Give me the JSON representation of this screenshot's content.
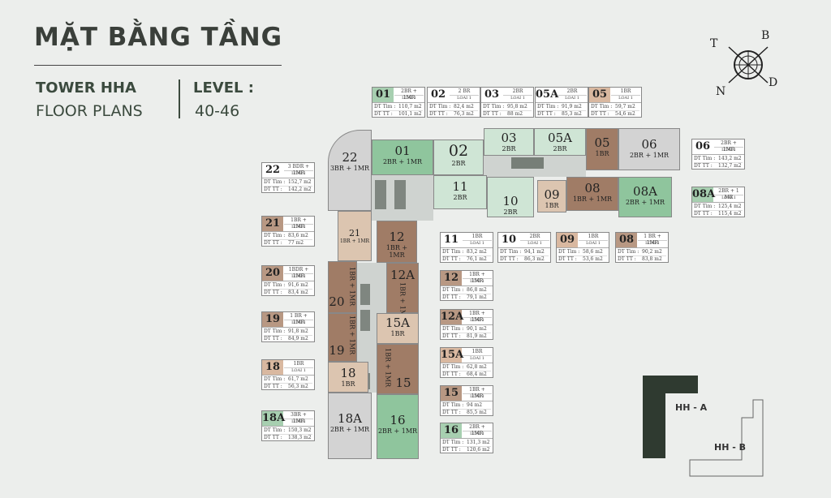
{
  "header": {
    "title": "MẶT BẰNG TẦNG",
    "tower": "TOWER HHA",
    "floor_plans": "FLOOR PLANS",
    "level_label": "LEVEL :",
    "level_value": "40-46"
  },
  "compass": {
    "t": "T",
    "b": "B",
    "n": "N",
    "d": "D"
  },
  "units": {
    "u01": {
      "id": "01",
      "type": "2BR + 1MR"
    },
    "u02": {
      "id": "02",
      "type": "2BR"
    },
    "u03": {
      "id": "03",
      "type": "2BR"
    },
    "u05a": {
      "id": "05A",
      "type": "2BR"
    },
    "u05": {
      "id": "05",
      "type": "1BR"
    },
    "u06": {
      "id": "06",
      "type": "2BR + 1MR"
    },
    "u11": {
      "id": "11",
      "type": "2BR"
    },
    "u10": {
      "id": "10",
      "type": "2BR"
    },
    "u09": {
      "id": "09",
      "type": "1BR"
    },
    "u08": {
      "id": "08",
      "type": "1BR + 1MR"
    },
    "u08a": {
      "id": "08A",
      "type": "2BR + 1MR"
    },
    "u22": {
      "id": "22",
      "type": "3BR + 1MR"
    },
    "u21": {
      "id": "21",
      "type": "1BR + 1MR"
    },
    "u12": {
      "id": "12",
      "type": "1BR + 1MR"
    },
    "u20": {
      "id": "20",
      "type": "1BR + 1MR"
    },
    "u12a": {
      "id": "12A",
      "type": "1BR + 1MR"
    },
    "u15a": {
      "id": "15A",
      "type": "1BR"
    },
    "u19": {
      "id": "19",
      "type": "1BR + 1MR"
    },
    "u15": {
      "id": "15",
      "type": "1BR + 1MR"
    },
    "u18": {
      "id": "18",
      "type": "1BR"
    },
    "u18a": {
      "id": "18A",
      "type": "2BR + 1MR"
    },
    "u16": {
      "id": "16",
      "type": "2BR + 1MR"
    }
  },
  "labels": {
    "dt_tim": "DT Tim :",
    "dt_tt": "DT TT :",
    "loai": "LOAI 1"
  },
  "info": {
    "i01": {
      "id": "01",
      "type": "2BR + 1MR",
      "tim": "110,7 m2",
      "tt": "101,1 m2"
    },
    "i02": {
      "id": "02",
      "type": "2 BR",
      "tim": "82,4 m2",
      "tt": "76,3 m2"
    },
    "i03": {
      "id": "03",
      "type": "2BR",
      "tim": "95,8 m2",
      "tt": "88 m2"
    },
    "i05a": {
      "id": "05A",
      "type": "2BR",
      "tim": "91,9 m2",
      "tt": "85,3 m2"
    },
    "i05": {
      "id": "05",
      "type": "1BR",
      "tim": "59,7 m2",
      "tt": "54,6 m2"
    },
    "i06": {
      "id": "06",
      "type": "2BR + 1MR",
      "tim": "143,2 m2",
      "tt": "132,7 m2"
    },
    "i22": {
      "id": "22",
      "type": "3 BDR + 1MR",
      "tim": "152,7 m2",
      "tt": "142,2 m2"
    },
    "i08a": {
      "id": "08A",
      "type": "2BR + 1 MR",
      "tim": "125,4 m2",
      "tt": "115,4 m2"
    },
    "i21": {
      "id": "21",
      "type": "1BR + 1MR",
      "tim": "83,6 m2",
      "tt": "77 m2"
    },
    "i11": {
      "id": "11",
      "type": "1BR",
      "tim": "83,2 m2",
      "tt": "76,1 m2"
    },
    "i10": {
      "id": "10",
      "type": "2BR",
      "tim": "94,1 m2",
      "tt": "86,3 m2"
    },
    "i09": {
      "id": "09",
      "type": "1BR",
      "tim": "58,6 m2",
      "tt": "53,6 m2"
    },
    "i08": {
      "id": "08",
      "type": "1 BR + 1MR",
      "tim": "90,2 m2",
      "tt": "83,8 m2"
    },
    "i20": {
      "id": "20",
      "type": "1BDR + 1MR",
      "tim": "91,6 m2",
      "tt": "83,4 m2"
    },
    "i12": {
      "id": "12",
      "type": "1BR + 1MR",
      "tim": "86,8 m2",
      "tt": "79,1 m2"
    },
    "i12a": {
      "id": "12A",
      "type": "1BR + 1MR",
      "tim": "90,1 m2",
      "tt": "81,9 m2"
    },
    "i19": {
      "id": "19",
      "type": "1 BR + 1MR",
      "tim": "91,8 m2",
      "tt": "84,9 m2"
    },
    "i15a": {
      "id": "15A",
      "type": "1BR",
      "tim": "62,8 m2",
      "tt": "68,4 m2"
    },
    "i18": {
      "id": "18",
      "type": "1BR",
      "tim": "61,7 m2",
      "tt": "56,3 m2"
    },
    "i15": {
      "id": "15",
      "type": "1BR + 1MR",
      "tim": "94 m2",
      "tt": "85,5 m2"
    },
    "i18a": {
      "id": "18A",
      "type": "3BR + 1MR",
      "tim": "150,3 m2",
      "tt": "138,3 m2"
    },
    "i16": {
      "id": "16",
      "type": "2BR + 1MR",
      "tim": "131,3 m2",
      "tt": "120,6 m2"
    }
  },
  "keyplan": {
    "a": "HH - A",
    "b": "HH - B"
  },
  "colors": {
    "green_light": "#cfe5d5",
    "green": "#8fc59d",
    "brown": "#a07c66",
    "tan": "#dcc5b0",
    "grey": "#d3d3d3",
    "dark": "#2f3a30"
  }
}
